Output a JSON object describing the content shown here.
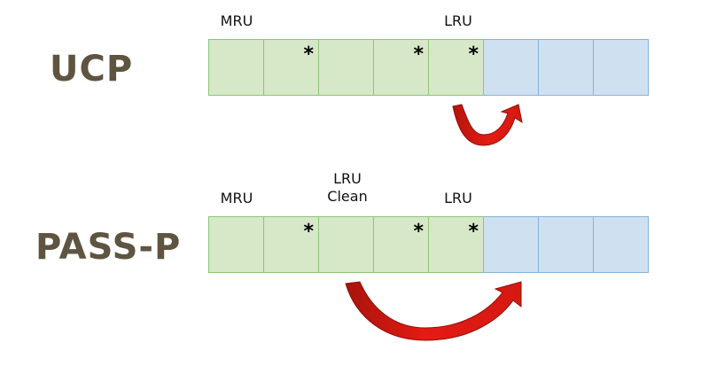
{
  "diagrams": [
    {
      "name": "UCP",
      "position_labels": [
        "MRU",
        "LRU"
      ],
      "cells": [
        {
          "color": "green",
          "marked": false
        },
        {
          "color": "green",
          "marked": true
        },
        {
          "color": "green",
          "marked": false
        },
        {
          "color": "green",
          "marked": true
        },
        {
          "color": "green",
          "marked": true
        },
        {
          "color": "blue",
          "marked": false
        },
        {
          "color": "blue",
          "marked": false
        },
        {
          "color": "blue",
          "marked": false
        }
      ],
      "arrow": {
        "from_cell": 5,
        "to_cell": 6
      }
    },
    {
      "name": "PASS-P",
      "position_labels": [
        "MRU",
        "LRU\nClean",
        "LRU"
      ],
      "cells": [
        {
          "color": "green",
          "marked": false
        },
        {
          "color": "green",
          "marked": true
        },
        {
          "color": "green",
          "marked": false
        },
        {
          "color": "green",
          "marked": true
        },
        {
          "color": "green",
          "marked": true
        },
        {
          "color": "blue",
          "marked": false
        },
        {
          "color": "blue",
          "marked": false
        },
        {
          "color": "blue",
          "marked": false
        }
      ],
      "arrow": {
        "from_cell": 3,
        "to_cell": 6
      }
    }
  ],
  "marker_symbol": "*",
  "colors": {
    "label_text": "#5f5440",
    "green_fill": "#d6e8c8",
    "green_border": "#8ec47a",
    "blue_fill": "#cfe0f0",
    "blue_border": "#86b3da",
    "arrow_fill": "#e41b13",
    "arrow_dark": "#8e0f0a"
  }
}
